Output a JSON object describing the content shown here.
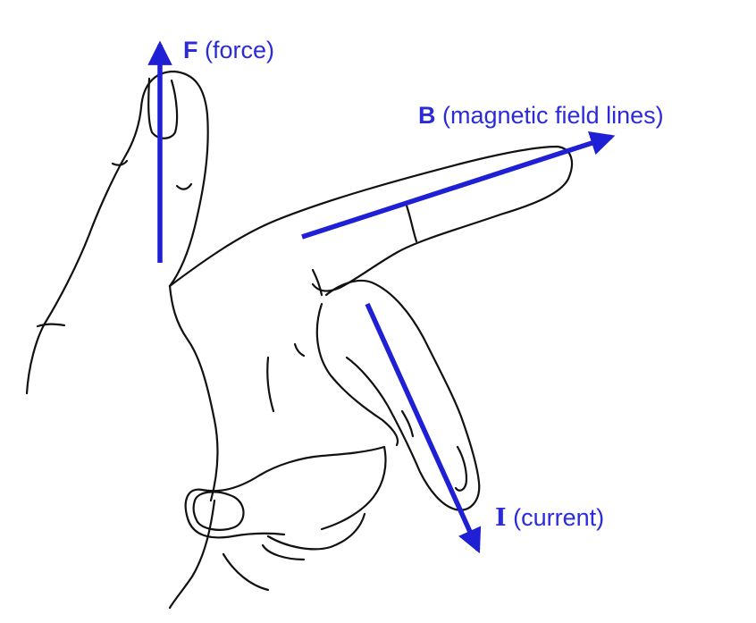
{
  "colors": {
    "arrow": "#1f1fd6",
    "label": "#2b2bd9",
    "ink": "#111111"
  },
  "labels": {
    "force": {
      "symbol": "F",
      "text": " (force)"
    },
    "field": {
      "symbol": "B",
      "text": " (magnetic field lines)"
    },
    "current": {
      "symbol": "I",
      "text": " (current)"
    }
  },
  "illustration": {
    "subject": "right hand, thumb up, index pointing right, middle finger pointing down",
    "icon": "hand-icon"
  }
}
